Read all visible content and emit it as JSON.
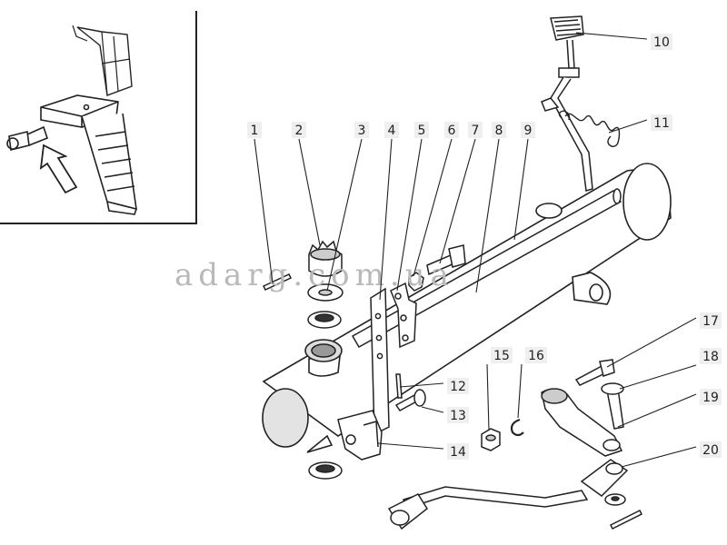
{
  "watermark": "adarg.com.ua",
  "callouts": [
    {
      "number": "1"
    },
    {
      "number": "2"
    },
    {
      "number": "3"
    },
    {
      "number": "4"
    },
    {
      "number": "5"
    },
    {
      "number": "6"
    },
    {
      "number": "7"
    },
    {
      "number": "8"
    },
    {
      "number": "9"
    },
    {
      "number": "10"
    },
    {
      "number": "11"
    },
    {
      "number": "12"
    },
    {
      "number": "13"
    },
    {
      "number": "14"
    },
    {
      "number": "15"
    },
    {
      "number": "16"
    },
    {
      "number": "17"
    },
    {
      "number": "18"
    },
    {
      "number": "19"
    },
    {
      "number": "20"
    }
  ]
}
